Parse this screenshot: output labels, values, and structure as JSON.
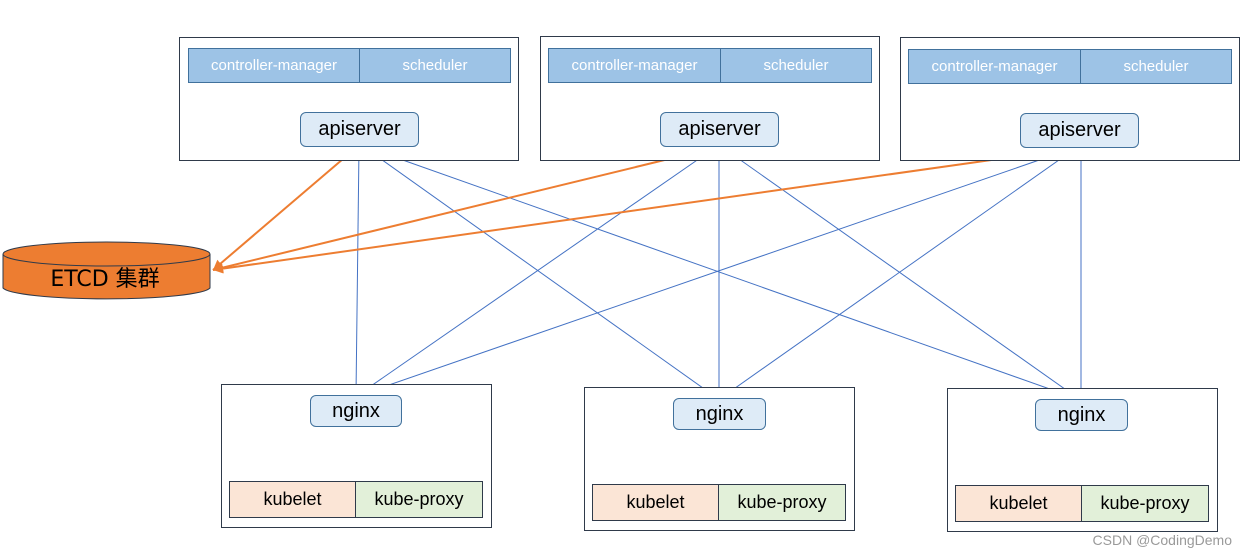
{
  "masters": [
    {
      "controller_manager": "controller-manager",
      "scheduler": "scheduler",
      "apiserver": "apiserver"
    },
    {
      "controller_manager": "controller-manager",
      "scheduler": "scheduler",
      "apiserver": "apiserver"
    },
    {
      "controller_manager": "controller-manager",
      "scheduler": "scheduler",
      "apiserver": "apiserver"
    }
  ],
  "etcd": {
    "label": "ETCD 集群"
  },
  "nodes": [
    {
      "nginx": "nginx",
      "kubelet": "kubelet",
      "kube_proxy": "kube-proxy"
    },
    {
      "nginx": "nginx",
      "kubelet": "kubelet",
      "kube_proxy": "kube-proxy"
    },
    {
      "nginx": "nginx",
      "kubelet": "kubelet",
      "kube_proxy": "kube-proxy"
    }
  ],
  "colors": {
    "blue_arrow": "#4472c4",
    "orange_arrow": "#ed7d31",
    "etcd_fill": "#ed7d31",
    "component_fill": "#9dc3e6",
    "apiserver_fill": "#deebf7",
    "kubelet_fill": "#fbe5d6",
    "kube_proxy_fill": "#e2f0d9"
  },
  "watermark": "CSDN @CodingDemo"
}
